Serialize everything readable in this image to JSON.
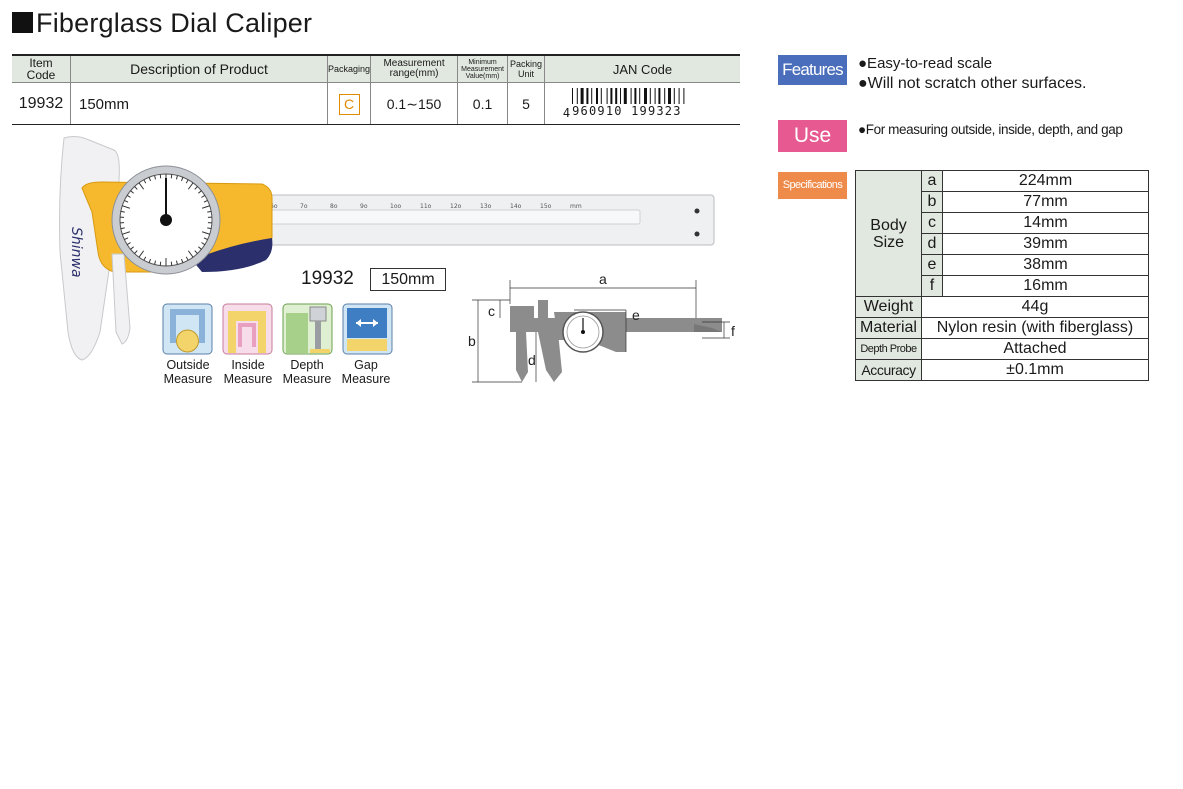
{
  "title": "Fiberglass Dial Caliper",
  "table": {
    "headers": [
      [
        "Item",
        "Code"
      ],
      [
        "Description of Product"
      ],
      [
        "Packaging"
      ],
      [
        "Measurement",
        "range(mm)"
      ],
      [
        "Minimum",
        "Measurement",
        "Value(mm)"
      ],
      [
        "Packing",
        "Unit"
      ],
      [
        "JAN Code"
      ]
    ],
    "row": {
      "item_code": "19932",
      "description": "150mm",
      "packaging": "C",
      "range": "0.1∼150",
      "min_value": "0.1",
      "packing_unit": "5",
      "jan_lead": "4",
      "jan_digits": "960910 199323"
    }
  },
  "product_label": {
    "code": "19932",
    "size": "150mm"
  },
  "measure_icons": [
    [
      "Outside",
      "Measure"
    ],
    [
      "Inside",
      "Measure"
    ],
    [
      "Depth",
      "Measure"
    ],
    [
      "Gap",
      "Measure"
    ]
  ],
  "caliper_scale": [
    "6o",
    "7o",
    "8o",
    "9o",
    "1oo",
    "11o",
    "12o",
    "13o",
    "14o",
    "15o",
    "mm"
  ],
  "diagram_labels": {
    "a": "a",
    "b": "b",
    "c": "c",
    "d": "d",
    "e": "e",
    "f": "f"
  },
  "features": {
    "label": "Features",
    "items": [
      "●Easy-to-read scale",
      "●Will not scratch other surfaces."
    ]
  },
  "use": {
    "label": "Use",
    "items": [
      "●For measuring outside, inside, depth, and gap"
    ]
  },
  "specifications": {
    "label": "Specifications",
    "body_size_label": [
      "Body",
      "Size"
    ],
    "body_size": [
      {
        "letter": "a",
        "value": "224mm"
      },
      {
        "letter": "b",
        "value": "77mm"
      },
      {
        "letter": "c",
        "value": "14mm"
      },
      {
        "letter": "d",
        "value": "39mm"
      },
      {
        "letter": "e",
        "value": "38mm"
      },
      {
        "letter": "f",
        "value": "16mm"
      }
    ],
    "rows": [
      {
        "key": "Weight",
        "value": "44g"
      },
      {
        "key": "Material",
        "value": "Nylon resin (with fiberglass)"
      },
      {
        "key": "Depth Probe",
        "value": "Attached"
      },
      {
        "key": "Accuracy",
        "value": "±0.1mm"
      }
    ]
  },
  "colors": {
    "features": "#4a6ebb",
    "use": "#e65a91",
    "specifications": "#ef8b4a",
    "header_bg": "#e1e8df",
    "caliper_yellow": "#f6b92d",
    "caliper_navy": "#2b2f6b"
  }
}
